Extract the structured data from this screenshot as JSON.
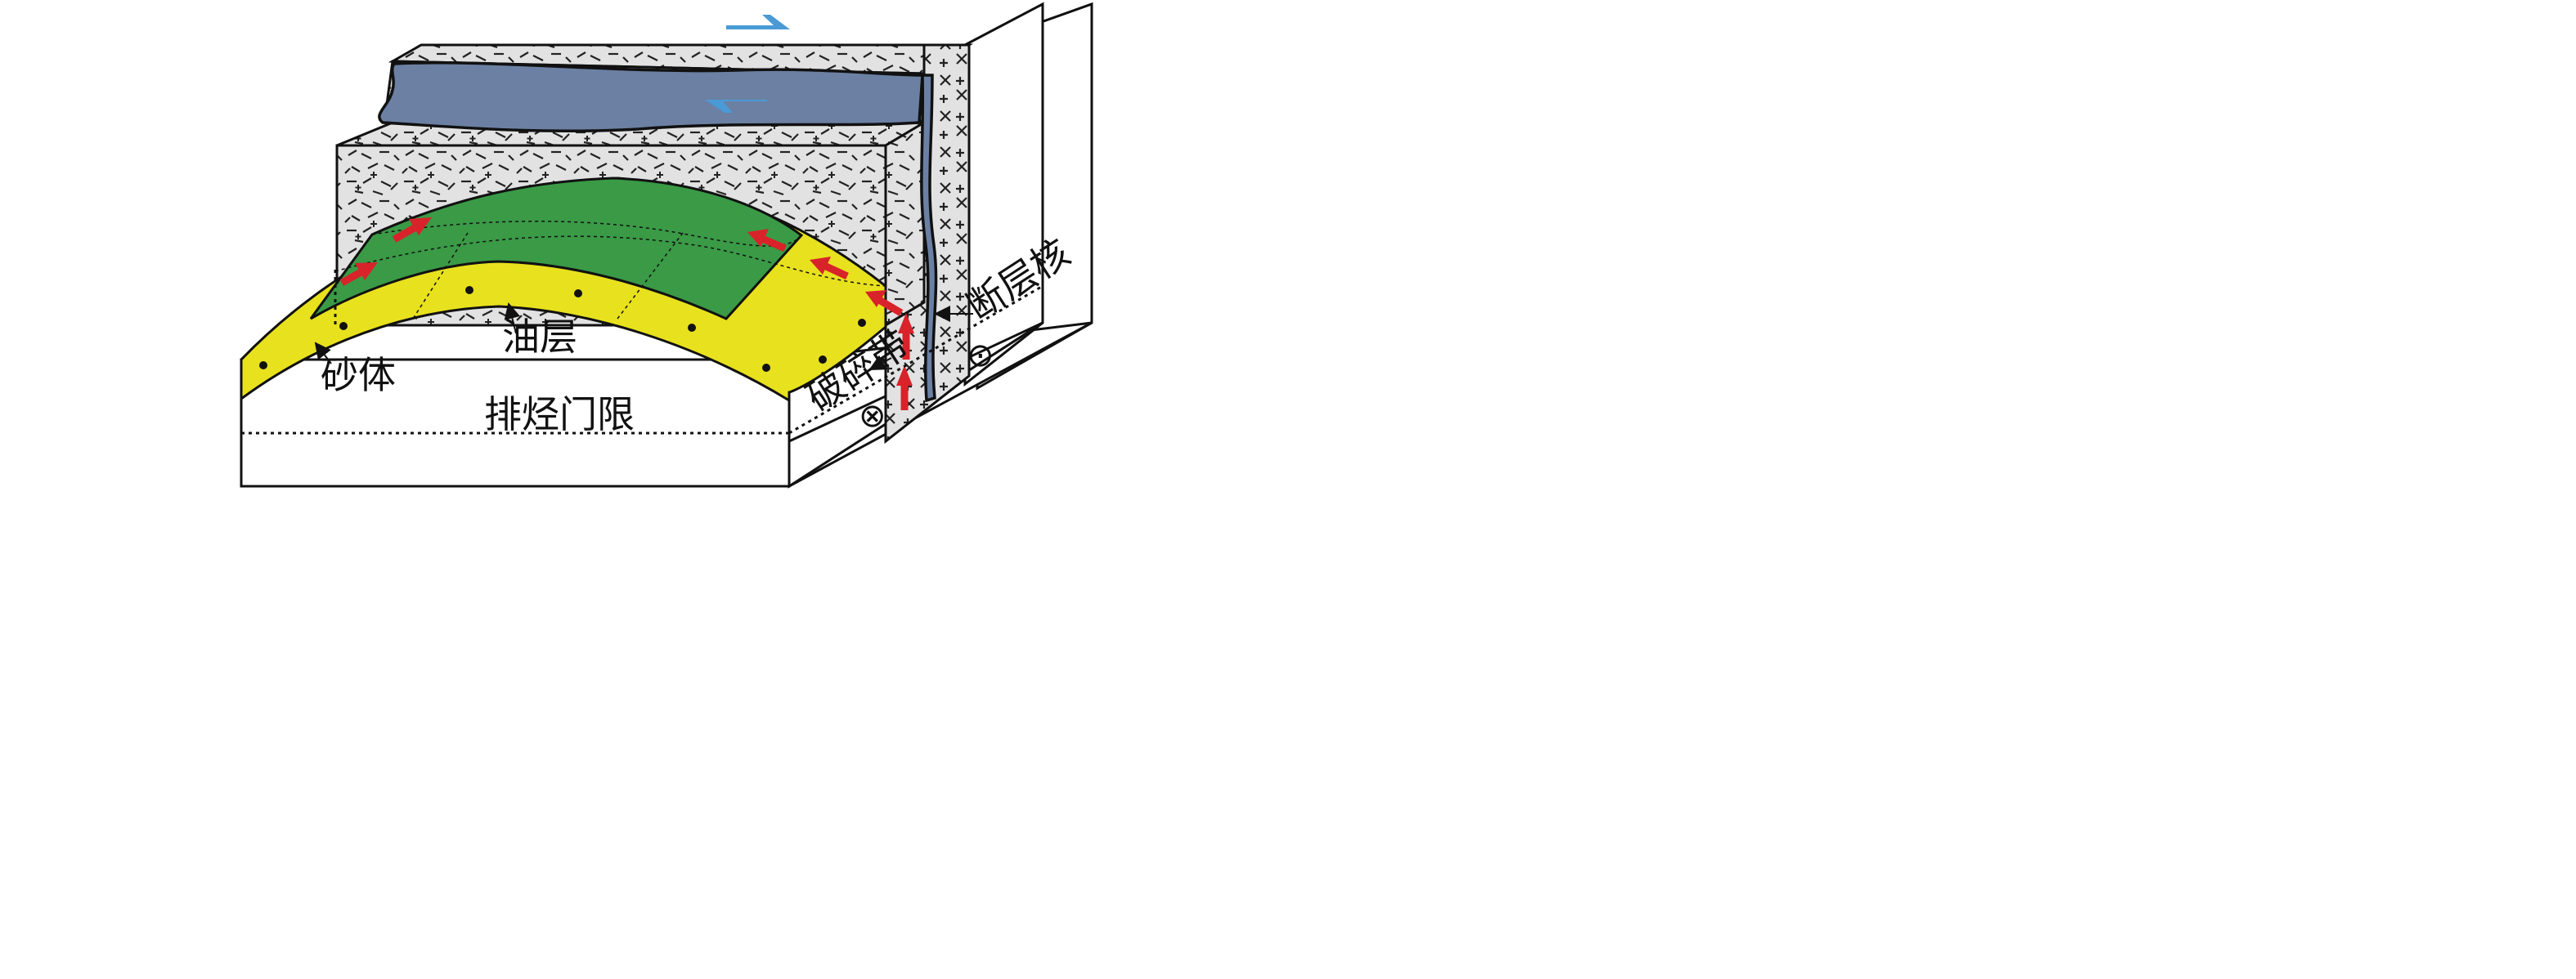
{
  "labels": {
    "sand_body": "砂体",
    "oil_layer": "油层",
    "hydrocarbon_expulsion_threshold": "排烃门限",
    "fracture_zone": "破碎带",
    "fault_core": "断层核"
  },
  "symbols": {
    "into_page": "⊗",
    "out_of_page": "⊙"
  },
  "colors": {
    "oil_green": "#3a9a46",
    "sand_yellow": "#e8e11e",
    "caprock_gray": "#e2e2e2",
    "fault_blue": "#6b80a3",
    "flow_arrow_red": "#d8232a",
    "shear_arrow_blue": "#4a9ad6"
  }
}
